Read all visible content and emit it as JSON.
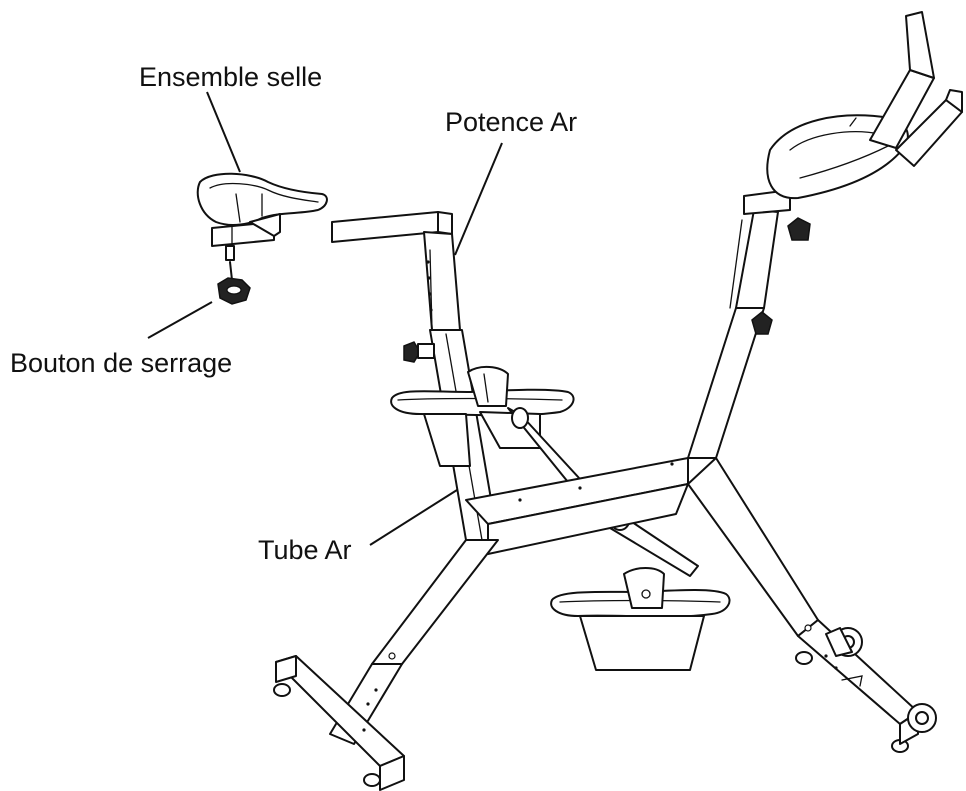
{
  "labels": {
    "saddle_assembly": "Ensemble selle",
    "rear_stem": "Potence Ar",
    "tightening_knob": "Bouton de serrage",
    "rear_tube": "Tube Ar"
  },
  "colors": {
    "line": "#111111",
    "background": "#ffffff"
  }
}
